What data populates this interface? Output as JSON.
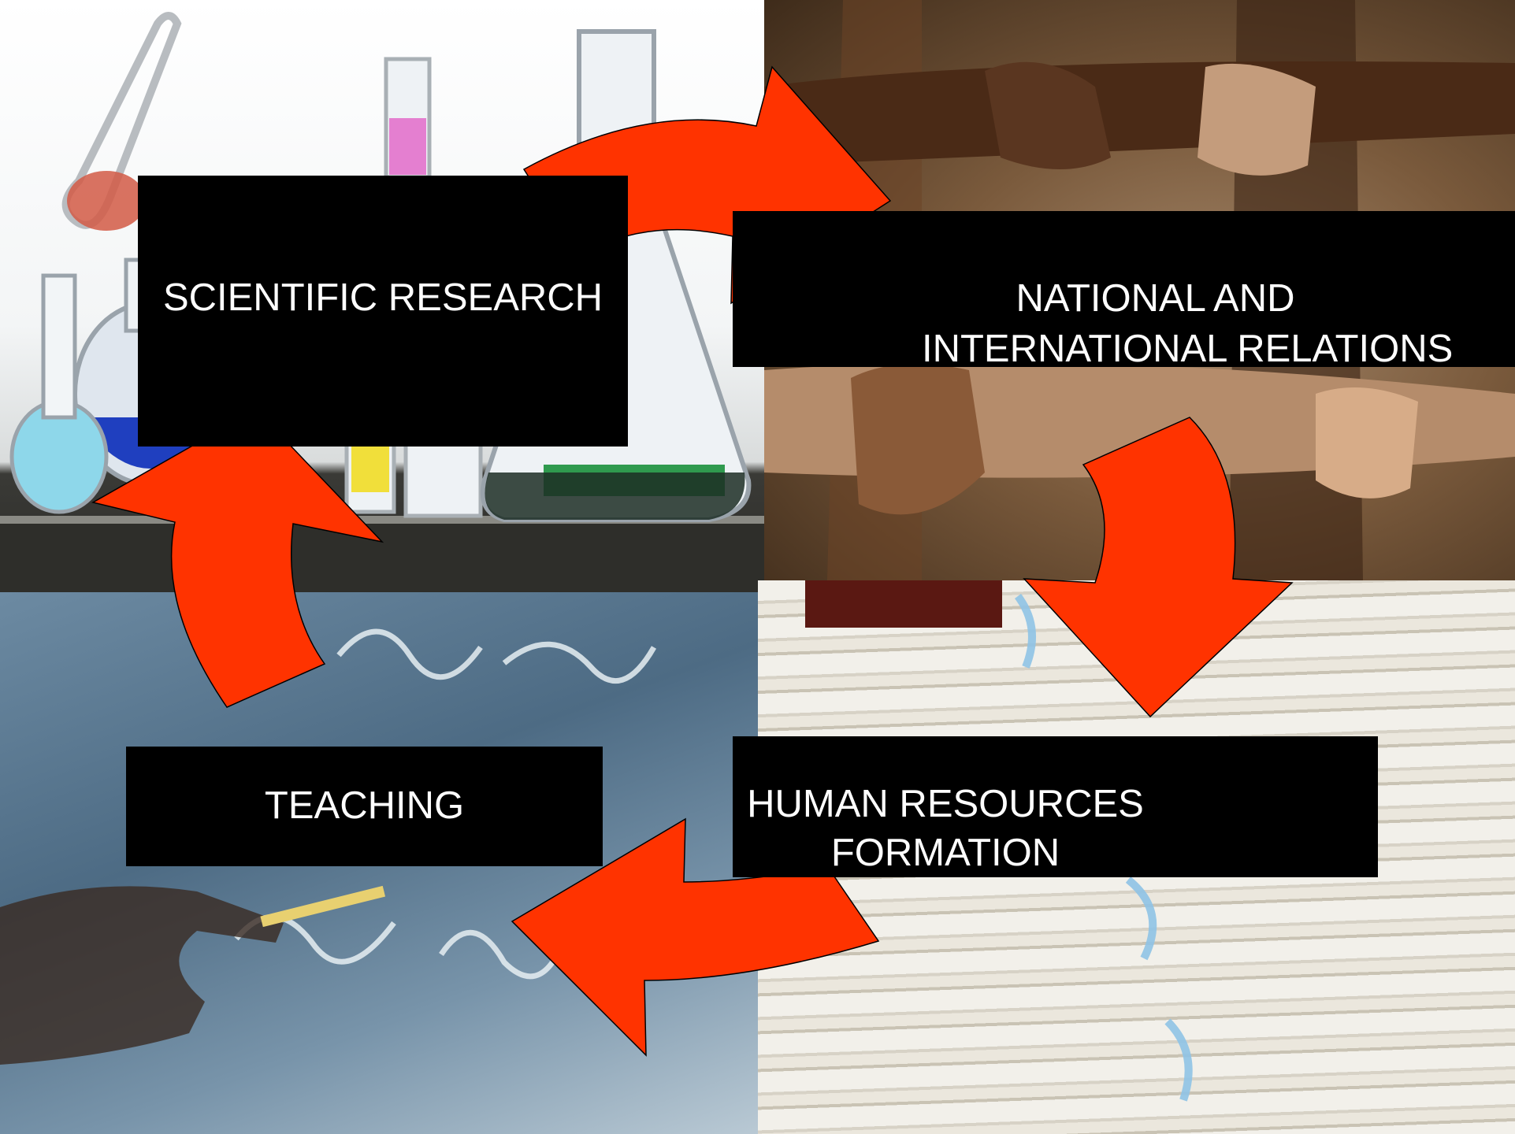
{
  "labels": {
    "research": "SCIENTIFIC RESEARCH",
    "relations_line1": "NATIONAL AND",
    "relations_line2": "INTERNATIONAL RELATIONS",
    "teaching": "TEACHING",
    "hr_line1": "HUMAN RESOURCES",
    "hr_line2": "FORMATION"
  },
  "colors": {
    "arrow_fill": "#ff3300",
    "arrow_outline": "#000000",
    "label_background": "#000000",
    "label_text": "#ffffff"
  },
  "images": {
    "top_left": "laboratory-glassware-photo",
    "top_right": "joined-hands-photo",
    "bottom_left": "hand-writing-on-chalkboard-photo",
    "bottom_right": "stacked-diplomas-photo"
  },
  "flow": [
    "SCIENTIFIC RESEARCH",
    "NATIONAL AND INTERNATIONAL RELATIONS",
    "HUMAN RESOURCES FORMATION",
    "TEACHING"
  ]
}
